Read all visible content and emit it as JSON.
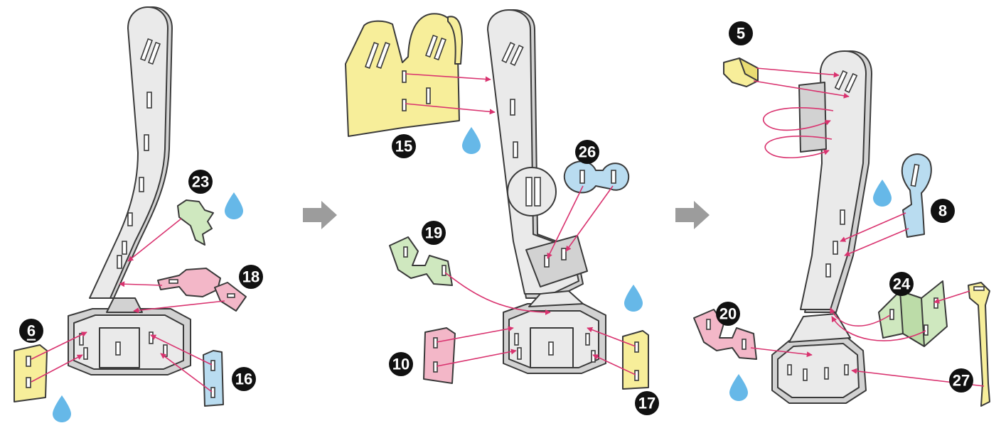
{
  "colors": {
    "yellow": "#f7ee9a",
    "green": "#cfe8bf",
    "pink": "#f3b7c8",
    "blue": "#b9dcf0",
    "drop": "#66b8e8",
    "arrow": "#9c9c9c",
    "leader": "#d9336f",
    "tower": "#eaeaea",
    "outline": "#3a3a3a",
    "badge": "#111111"
  },
  "steps": [
    {
      "id": "step-1",
      "parts": [
        {
          "number": "23",
          "color": "green"
        },
        {
          "number": "18",
          "color": "pink"
        },
        {
          "number": "6",
          "color": "yellow"
        },
        {
          "number": "16",
          "color": "blue"
        }
      ],
      "glue_drops": 2
    },
    {
      "id": "step-2",
      "parts": [
        {
          "number": "15",
          "color": "yellow"
        },
        {
          "number": "26",
          "color": "blue"
        },
        {
          "number": "19",
          "color": "green"
        },
        {
          "number": "10",
          "color": "pink"
        },
        {
          "number": "17",
          "color": "yellow"
        }
      ],
      "glue_drops": 2
    },
    {
      "id": "step-3",
      "parts": [
        {
          "number": "5",
          "color": "yellow"
        },
        {
          "number": "8",
          "color": "blue"
        },
        {
          "number": "24",
          "color": "green"
        },
        {
          "number": "20",
          "color": "pink"
        },
        {
          "number": "27",
          "color": "yellow"
        }
      ],
      "glue_drops": 2
    }
  ],
  "badges": {
    "b23": "23",
    "b18": "18",
    "b6": "6",
    "b16": "16",
    "b15": "15",
    "b26": "26",
    "b19": "19",
    "b10": "10",
    "b17": "17",
    "b5": "5",
    "b8": "8",
    "b24": "24",
    "b20": "20",
    "b27": "27"
  }
}
